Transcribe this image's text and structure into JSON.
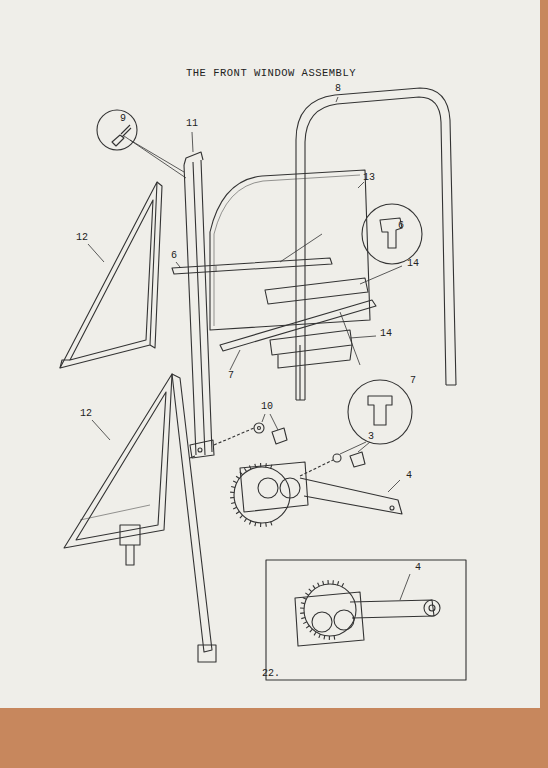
{
  "diagram": {
    "title": "THE FRONT WINDOW ASSEMBLY",
    "labels": [
      "8",
      "9",
      "11",
      "13",
      "12",
      "6",
      "6",
      "14",
      "7",
      "14",
      "7",
      "12",
      "10",
      "3",
      "4",
      "4",
      "22."
    ]
  }
}
